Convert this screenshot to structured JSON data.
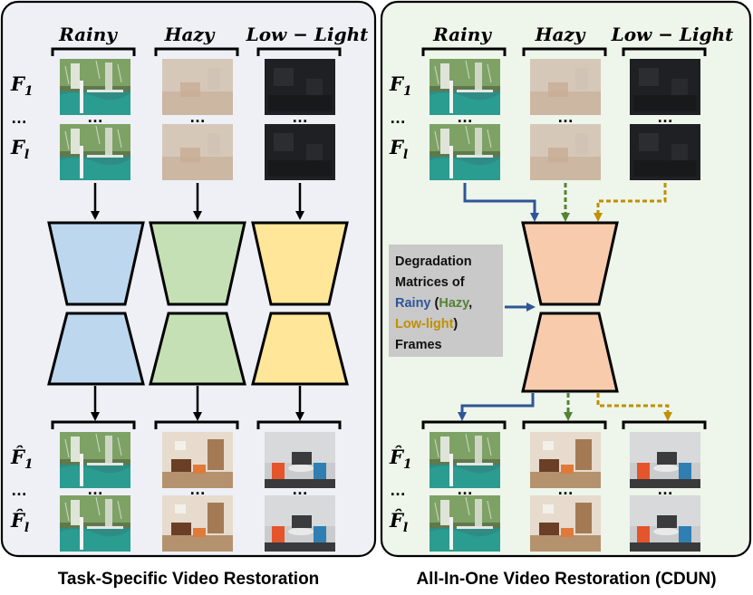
{
  "panels": {
    "left": {
      "caption": "Task-Specific Video Restoration"
    },
    "right": {
      "caption": "All-In-One Video Restoration (CDUN)"
    }
  },
  "columns": [
    "Rainy",
    "Hazy",
    "Low − Light"
  ],
  "frames": {
    "input_first": {
      "base": "F",
      "sub": "1"
    },
    "input_last": {
      "base": "F",
      "sub": "l"
    },
    "output_first": {
      "base": "F̂",
      "sub": "1"
    },
    "output_last": {
      "base": "F̂",
      "sub": "l"
    },
    "ellipsis": "…",
    "row_ellipsis": "…"
  },
  "degradation_box": {
    "line1": "Degradation",
    "line2": "Matrices of",
    "rainy": "Rainy",
    "open_paren": " (",
    "hazy": "Hazy",
    "comma": ",",
    "lowlight": "Low-light",
    "close_paren": ")",
    "line4": "Frames"
  },
  "colors": {
    "rainy": "#2f5597",
    "hazy": "#548235",
    "lowlight": "#bf9000",
    "blue_net": "#bdd7ee",
    "green_net": "#c5e0b4",
    "yellow_net": "#ffe699",
    "orange_net": "#f8cbad",
    "left_bg": "#eef0f6",
    "right_bg": "#eef5ea"
  }
}
